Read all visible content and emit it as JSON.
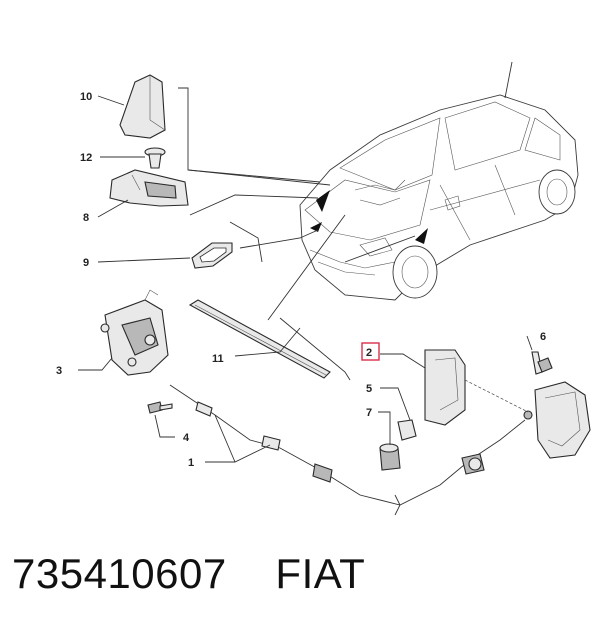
{
  "callouts": {
    "c10": "10",
    "c12": "12",
    "c8": "8",
    "c9": "9",
    "c11": "11",
    "c3": "3",
    "c4": "4",
    "c1": "1",
    "c2": "2",
    "c5": "5",
    "c7": "7",
    "c6": "6"
  },
  "caption": {
    "part_number": "735410607",
    "brand": "FIAT"
  },
  "colors": {
    "highlight_box": "#d9304a",
    "line": "#333333"
  }
}
